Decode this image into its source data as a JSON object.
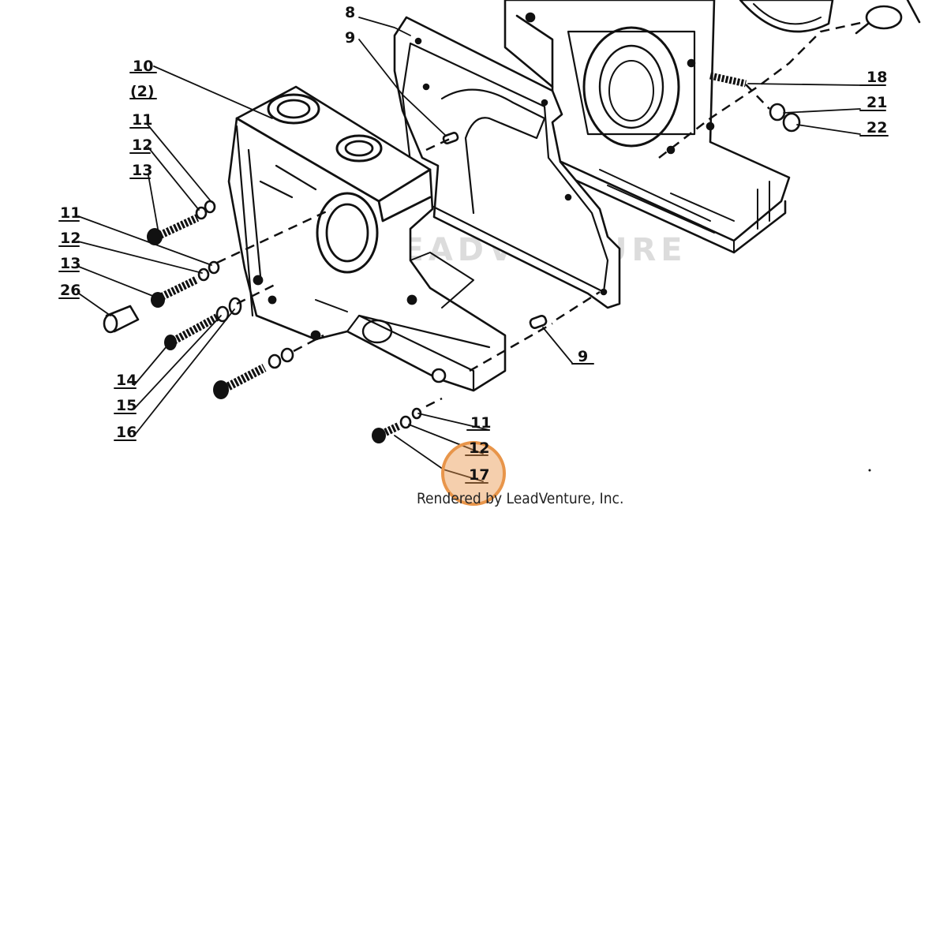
{
  "diagram": {
    "callouts": [
      {
        "id": "c-8-top",
        "text": "8"
      },
      {
        "id": "c-9-top",
        "text": "9"
      },
      {
        "id": "c-10",
        "text": "10"
      },
      {
        "id": "c-2",
        "text": "(2)"
      },
      {
        "id": "c-11-a",
        "text": "11"
      },
      {
        "id": "c-12-a",
        "text": "12"
      },
      {
        "id": "c-13-a",
        "text": "13"
      },
      {
        "id": "c-11-b",
        "text": "11"
      },
      {
        "id": "c-12-b",
        "text": "12"
      },
      {
        "id": "c-13-b",
        "text": "13"
      },
      {
        "id": "c-26",
        "text": "26"
      },
      {
        "id": "c-14",
        "text": "14"
      },
      {
        "id": "c-15",
        "text": "15"
      },
      {
        "id": "c-16",
        "text": "16"
      },
      {
        "id": "c-18",
        "text": "18"
      },
      {
        "id": "c-21",
        "text": "21"
      },
      {
        "id": "c-22",
        "text": "22"
      },
      {
        "id": "c-9-right",
        "text": "9"
      },
      {
        "id": "c-11-c",
        "text": "11"
      },
      {
        "id": "c-12-c",
        "text": "12"
      },
      {
        "id": "c-17",
        "text": "17"
      }
    ],
    "highlighted_callout": "17",
    "highlight_color": "#e8954a",
    "credit": "Rendered by LeadVenture, Inc.",
    "watermark": "LEADVENTURE"
  }
}
